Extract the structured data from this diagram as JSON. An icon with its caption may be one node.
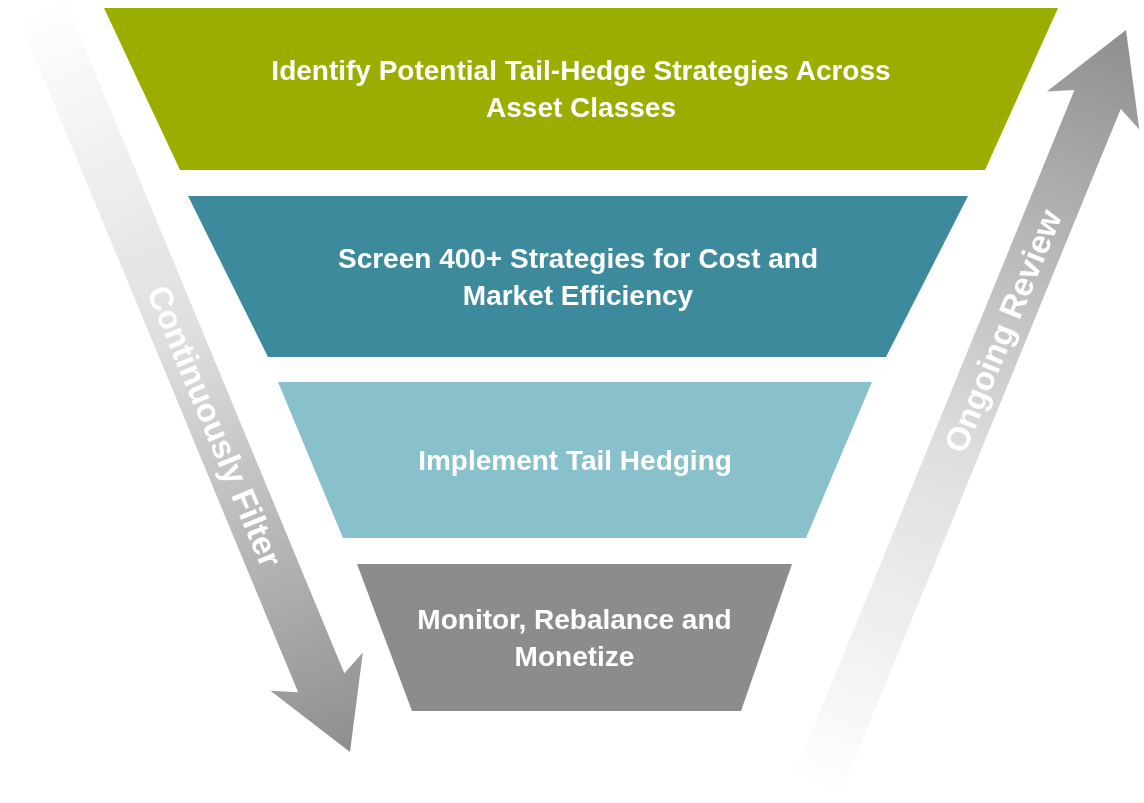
{
  "diagram": {
    "nodes": [
      {
        "text": [
          "Identify Potential Tail-Hedge Strategies Across Asset Classes"
        ]
      },
      {
        "text": [
          "Screen 400+ Strategies for Cost and Market Efficiency"
        ]
      },
      {
        "text": [
          "Implement Tail Hedging"
        ]
      },
      {
        "text": [
          "Monitor, Rebalance and Monetize"
        ]
      },
      {
        "text": [
          "Continuously Filter"
        ]
      },
      {
        "text": [
          "Ongoing Review"
        ]
      }
    ],
    "edges": []
  }
}
